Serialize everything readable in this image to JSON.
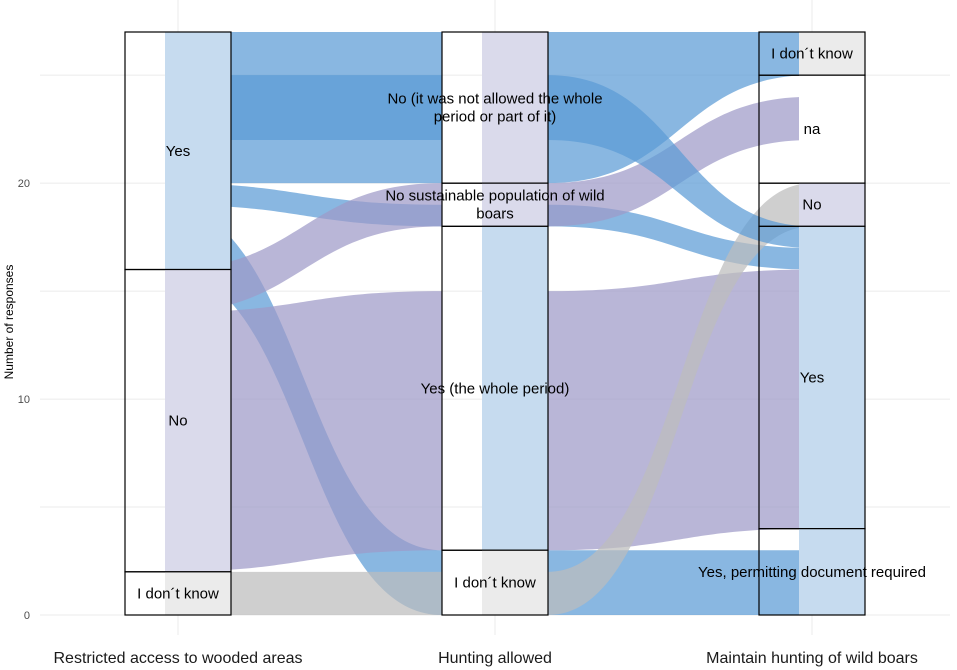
{
  "chart_data": {
    "type": "alluvial",
    "title": "",
    "ylabel": "Number of responses",
    "xlabel": "",
    "ylim": [
      0,
      27
    ],
    "yticks": [
      0,
      10,
      20
    ],
    "grid": true,
    "axes": [
      "Restricted access to wooded areas",
      "Hunting allowed",
      "Maintain hunting of wild boars"
    ],
    "strata": [
      [
        {
          "label": "Yes",
          "count": 11
        },
        {
          "label": "No",
          "count": 14
        },
        {
          "label": "I don´t know",
          "count": 2
        }
      ],
      [
        {
          "label": "No (it was not allowed the whole period or part of it)",
          "count": 7
        },
        {
          "label": "No sustainable population of wild boars",
          "count": 2
        },
        {
          "label": "Yes (the whole period)",
          "count": 15
        },
        {
          "label": "I don´t know",
          "count": 3
        }
      ],
      [
        {
          "label": "I don´t know",
          "count": 2
        },
        {
          "label": "na",
          "count": 5
        },
        {
          "label": "No",
          "count": 2
        },
        {
          "label": "Yes",
          "count": 14
        },
        {
          "label": "Yes, permitting document required",
          "count": 4
        }
      ]
    ],
    "stratum_label_lines": [
      [
        [
          "Yes"
        ],
        [
          "No"
        ],
        [
          "I don´t know"
        ]
      ],
      [
        [
          "No (it was not allowed the whole",
          "period or part of it)"
        ],
        [
          "No sustainable population of wild",
          "boars"
        ],
        [
          "Yes (the whole period)"
        ],
        [
          "I don´t know"
        ]
      ],
      [
        [
          "I don´t know"
        ],
        [
          "na"
        ],
        [
          "No"
        ],
        [
          "Yes"
        ],
        [
          "Yes, permitting document required"
        ]
      ]
    ],
    "fill_levels": {
      "Yes": "#c6dbef",
      "No": "#dadaeb",
      "I don´t know": "#ebebeb"
    },
    "flow_colors": {
      "Yes": "#5b9bd5",
      "No": "#9e9ac8",
      "I don´t know": "#bdbdbd"
    },
    "flows": [
      {
        "from": "Yes",
        "s1": [
          20,
          27
        ],
        "s2": [
          20,
          27
        ],
        "s3": [
          25,
          27
        ],
        "color": "Yes"
      },
      {
        "from": "Yes",
        "s1": [
          19,
          20
        ],
        "s2": [
          18,
          19
        ],
        "s3": [
          16,
          17
        ],
        "color": "Yes"
      },
      {
        "from": "Yes",
        "s1": [
          16,
          19
        ],
        "s2": [
          0,
          3
        ],
        "s3": [
          0,
          3
        ],
        "color": "Yes"
      },
      {
        "from": "No",
        "s1": [
          14,
          16
        ],
        "s2": [
          18,
          20
        ],
        "s3": [
          22,
          24
        ],
        "color": "No"
      },
      {
        "from": "No",
        "s1": [
          2,
          14
        ],
        "s2": [
          3,
          15
        ],
        "s3": [
          4,
          16
        ],
        "color": "No"
      },
      {
        "from": "I don´t know",
        "s1": [
          0,
          2
        ],
        "s2": [
          0,
          2
        ],
        "s3": [
          18,
          20
        ],
        "color": "I don´t know"
      },
      {
        "from": "Yes",
        "s1": [
          22,
          25
        ],
        "s2": [
          22,
          25
        ],
        "s3": [
          17,
          18
        ],
        "color": "Yes"
      }
    ]
  }
}
